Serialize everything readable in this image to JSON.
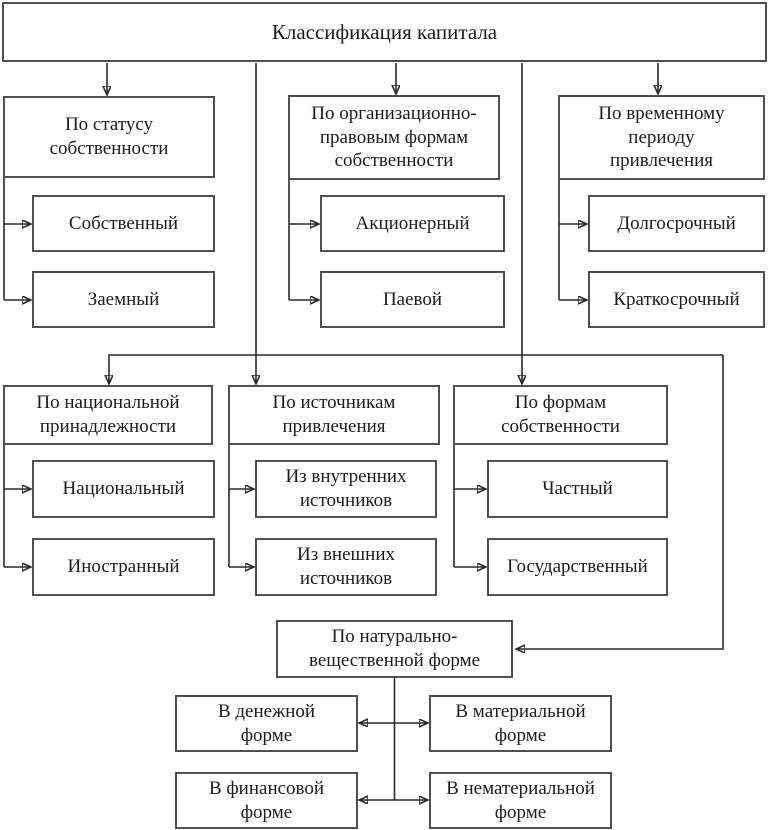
{
  "diagram": {
    "title": "Классификация капитала",
    "groups": [
      {
        "label": "По статусу\nсобственности",
        "children": [
          "Собственный",
          "Заемный"
        ]
      },
      {
        "label": "По организационно-\nправовым формам\nсобственности",
        "children": [
          "Акционерный",
          "Паевой"
        ]
      },
      {
        "label": "По временному\nпериоду\nпривлечения",
        "children": [
          "Долгосрочный",
          "Краткосрочный"
        ]
      },
      {
        "label": "По национальной\nпринадлежности",
        "children": [
          "Национальный",
          "Иностранный"
        ]
      },
      {
        "label": "По источникам\nпривлечения",
        "children": [
          "Из внутренних\nисточников",
          "Из внешних\nисточников"
        ]
      },
      {
        "label": "По формам\nсобственности",
        "children": [
          "Частный",
          "Государственный"
        ]
      },
      {
        "label": "По натурально-\nвещественной форме",
        "children": [
          "В денежной\nформе",
          "В материальной\nформе",
          "В финансовой\nформе",
          "В нематериальной\nформе"
        ]
      }
    ],
    "colors": {
      "box_border": "#4f4f4f",
      "line": "#2a2a2a",
      "text": "#1b1b1b",
      "background": "#ffffff"
    }
  }
}
